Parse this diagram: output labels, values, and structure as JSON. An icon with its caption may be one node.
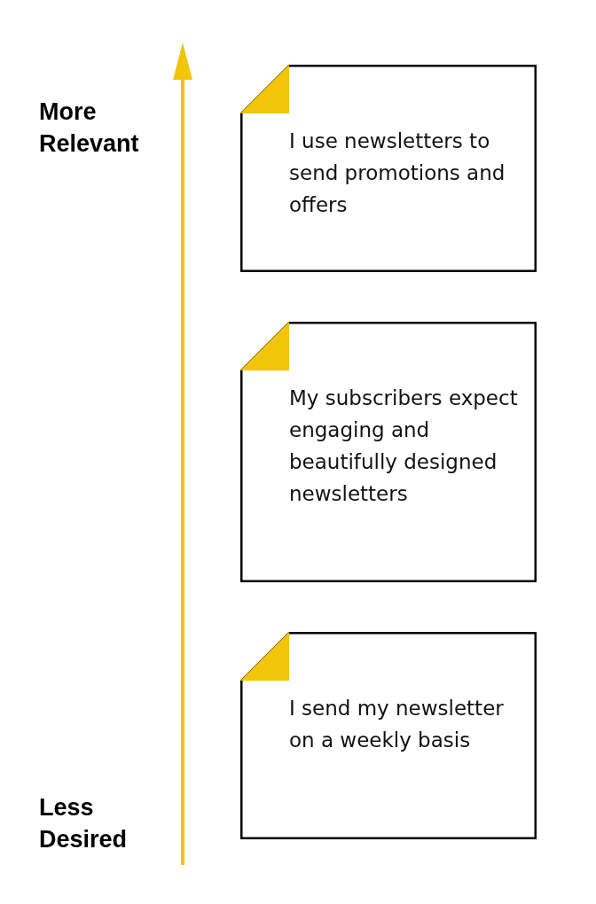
{
  "diagram": {
    "nodes": [
      {
        "text": [
          "I use newsletters to send promotions and offers"
        ]
      },
      {
        "text": [
          "My subscribers expect engaging and beautifully designed newsletters"
        ]
      },
      {
        "text": [
          "I send my newsletter on a weekly basis"
        ]
      }
    ],
    "labels": [
      "More Relevant",
      "Less Desired"
    ]
  }
}
